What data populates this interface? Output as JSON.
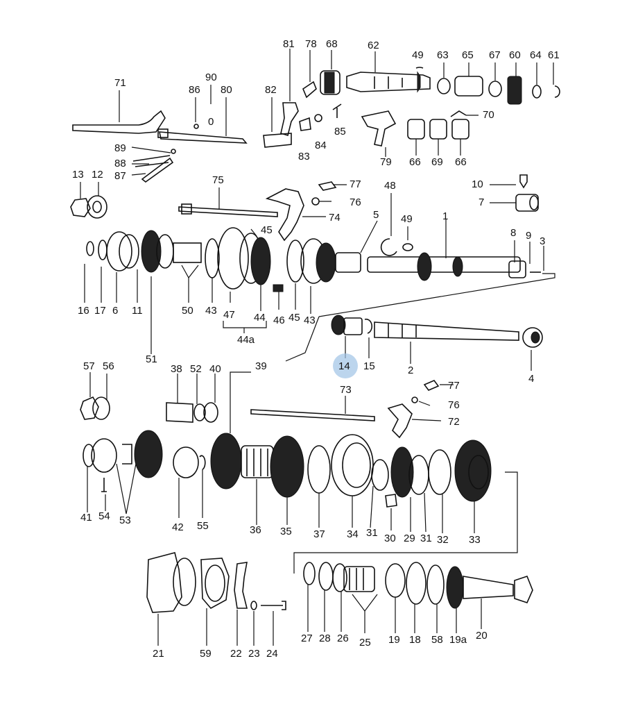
{
  "diagram": {
    "selected_callout": "14",
    "highlight_color": "#9fc3e6",
    "line_color": "#111111",
    "callouts": {
      "c71": "71",
      "c90": "90",
      "c86": "86",
      "c80": "80",
      "c0": "0",
      "c89": "89",
      "c88": "88",
      "c87": "87",
      "c81": "81",
      "c78": "78",
      "c68": "68",
      "c62": "62",
      "c49a": "49",
      "c63": "63",
      "c65": "65",
      "c67": "67",
      "c60": "60",
      "c64": "64",
      "c61": "61",
      "c82": "82",
      "c83": "83",
      "c84": "84",
      "c85": "85",
      "c79": "79",
      "c70": "70",
      "c66a": "66",
      "c69": "69",
      "c66b": "66",
      "c13": "13",
      "c12": "12",
      "c75": "75",
      "c77a": "77",
      "c76a": "76",
      "c74": "74",
      "c48": "48",
      "c49b": "49",
      "c10": "10",
      "c7": "7",
      "c45a": "45",
      "c5": "5",
      "c1": "1",
      "c8": "8",
      "c9": "9",
      "c3": "3",
      "c16": "16",
      "c17": "17",
      "c6": "6",
      "c11": "11",
      "c50": "50",
      "c43a": "43",
      "c47": "47",
      "c44": "44",
      "c46": "46",
      "c45b": "45",
      "c43b": "43",
      "c44a": "44a",
      "c39": "39",
      "c14": "14",
      "c15": "15",
      "c2": "2",
      "c4": "4",
      "c57": "57",
      "c56": "56",
      "c51": "51",
      "c38": "38",
      "c52": "52",
      "c40": "40",
      "c73": "73",
      "c77b": "77",
      "c76b": "76",
      "c72": "72",
      "c41": "41",
      "c54": "54",
      "c53": "53",
      "c42": "42",
      "c55": "55",
      "c36": "36",
      "c35": "35",
      "c37": "37",
      "c34": "34",
      "c31a": "31",
      "c30": "30",
      "c29": "29",
      "c31b": "31",
      "c32": "32",
      "c33": "33",
      "c27": "27",
      "c28": "28",
      "c26": "26",
      "c25": "25",
      "c19": "19",
      "c18": "18",
      "c58": "58",
      "c19a": "19a",
      "c20": "20",
      "c21": "21",
      "c59": "59",
      "c22": "22",
      "c23": "23",
      "c24": "24"
    }
  }
}
